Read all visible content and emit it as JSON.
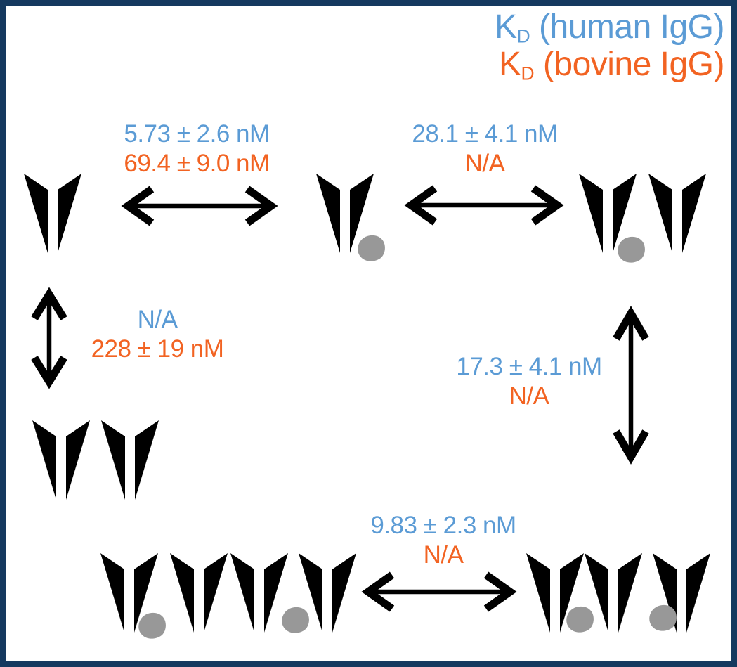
{
  "colors": {
    "frame_navy": "#15395f",
    "antibody_navy": "#1b3c63",
    "antigen_gray": "#989898",
    "human_blue": "#5b9bd5",
    "bovine_orange": "#f26322",
    "arrow_black": "#000000",
    "background": "#ffffff"
  },
  "legend": {
    "human": {
      "symbol": "K",
      "subscript": "D",
      "label": " (human IgG)"
    },
    "bovine": {
      "symbol": "K",
      "subscript": "D",
      "label": " (bovine IgG)"
    }
  },
  "equilibria": [
    {
      "name": "free-antibody-vs-antibody-antigen",
      "arrow": "horizontal",
      "kd_human": "5.73 ± 2.6 nM",
      "kd_bovine": "69.4 ± 9.0 nM"
    },
    {
      "name": "antibody-antigen-vs-two-antibody-one-antigen",
      "arrow": "horizontal",
      "kd_human": "28.1 ± 4.1 nM",
      "kd_bovine": "N/A"
    },
    {
      "name": "free-antibody-vs-antibody-dimer",
      "arrow": "vertical",
      "kd_human": "N/A",
      "kd_bovine": "228 ± 19 nM"
    },
    {
      "name": "two-antibody-one-antigen-vs-three-antibody-two-antigen",
      "arrow": "vertical",
      "kd_human": "17.3 ± 4.1 nM",
      "kd_bovine": "N/A"
    },
    {
      "name": "four-antibody-two-antigen-vs-three-antibody-two-antigen",
      "arrow": "horizontal",
      "kd_human": "9.83 ± 2.3 nM",
      "kd_bovine": "N/A"
    }
  ],
  "complexes": [
    {
      "name": "free-antibody",
      "antibodies": 1,
      "antigens": 0
    },
    {
      "name": "antibody-antigen-complex",
      "antibodies": 1,
      "antigens": 1
    },
    {
      "name": "two-antibody-one-antigen-complex",
      "antibodies": 2,
      "antigens": 1
    },
    {
      "name": "antibody-dimer",
      "antibodies": 2,
      "antigens": 0
    },
    {
      "name": "four-antibody-two-antigen-chain",
      "antibodies": 4,
      "antigens": 2
    },
    {
      "name": "three-antibody-two-antigen-chain",
      "antibodies": 3,
      "antigens": 2
    }
  ]
}
